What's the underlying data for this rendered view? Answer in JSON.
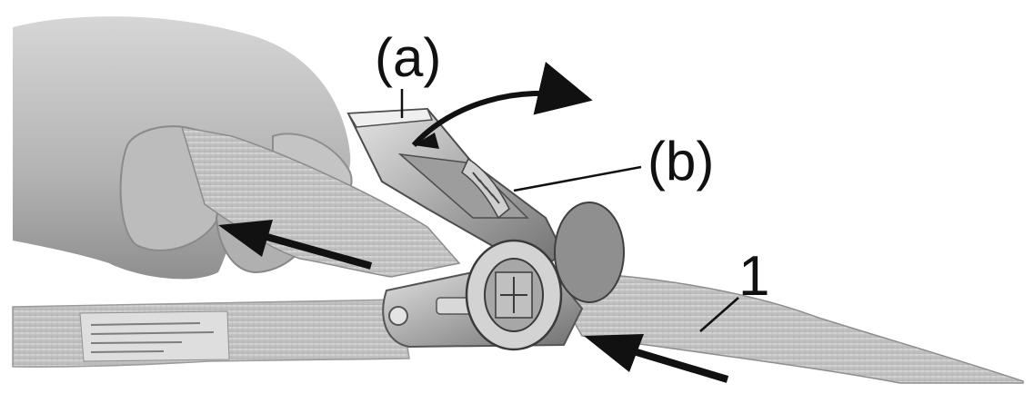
{
  "image": {
    "labels": {
      "a": "(a)",
      "b": "(b)",
      "one": "1"
    },
    "colors": {
      "background": "#ffffff",
      "strap": "#c9c9c9",
      "metal": "#bdbdbd",
      "skin": "#b9b9b9",
      "ink": "#111111"
    }
  }
}
